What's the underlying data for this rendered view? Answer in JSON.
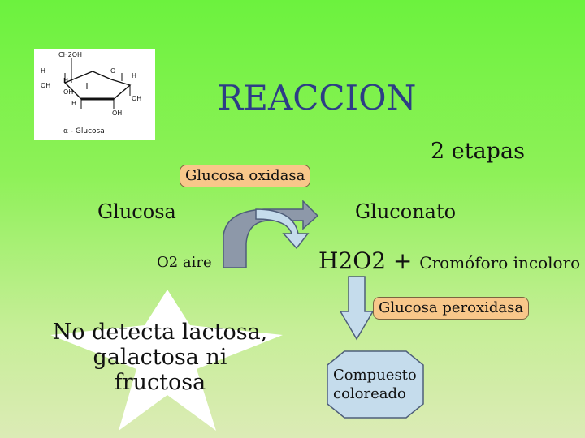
{
  "image": {
    "molecule_labels": [
      "CH2OH",
      "H",
      "O",
      "H",
      "OH",
      "H",
      "OH",
      "OH",
      "H",
      "OH"
    ],
    "caption": "α - Glucosa"
  },
  "title": "REACCION",
  "subtitle": "2 etapas",
  "enzyme1": "Glucosa oxidasa",
  "enzyme2": "Glucosa peroxidasa",
  "reactant": "Glucosa",
  "product": "Gluconato",
  "cosubstrate": "O2 aire",
  "byproduct": "H2O2",
  "plus": "+",
  "chromogen": "Cromóforo incoloro",
  "result": "Compuesto coloreado",
  "note": "No detecta lactosa, galactosa ni fructosa",
  "colors": {
    "title": "#2d3d86",
    "enzyme_box": "#f8c78a",
    "arrow_fill": "#c5dcec",
    "star": "#ffffff"
  }
}
